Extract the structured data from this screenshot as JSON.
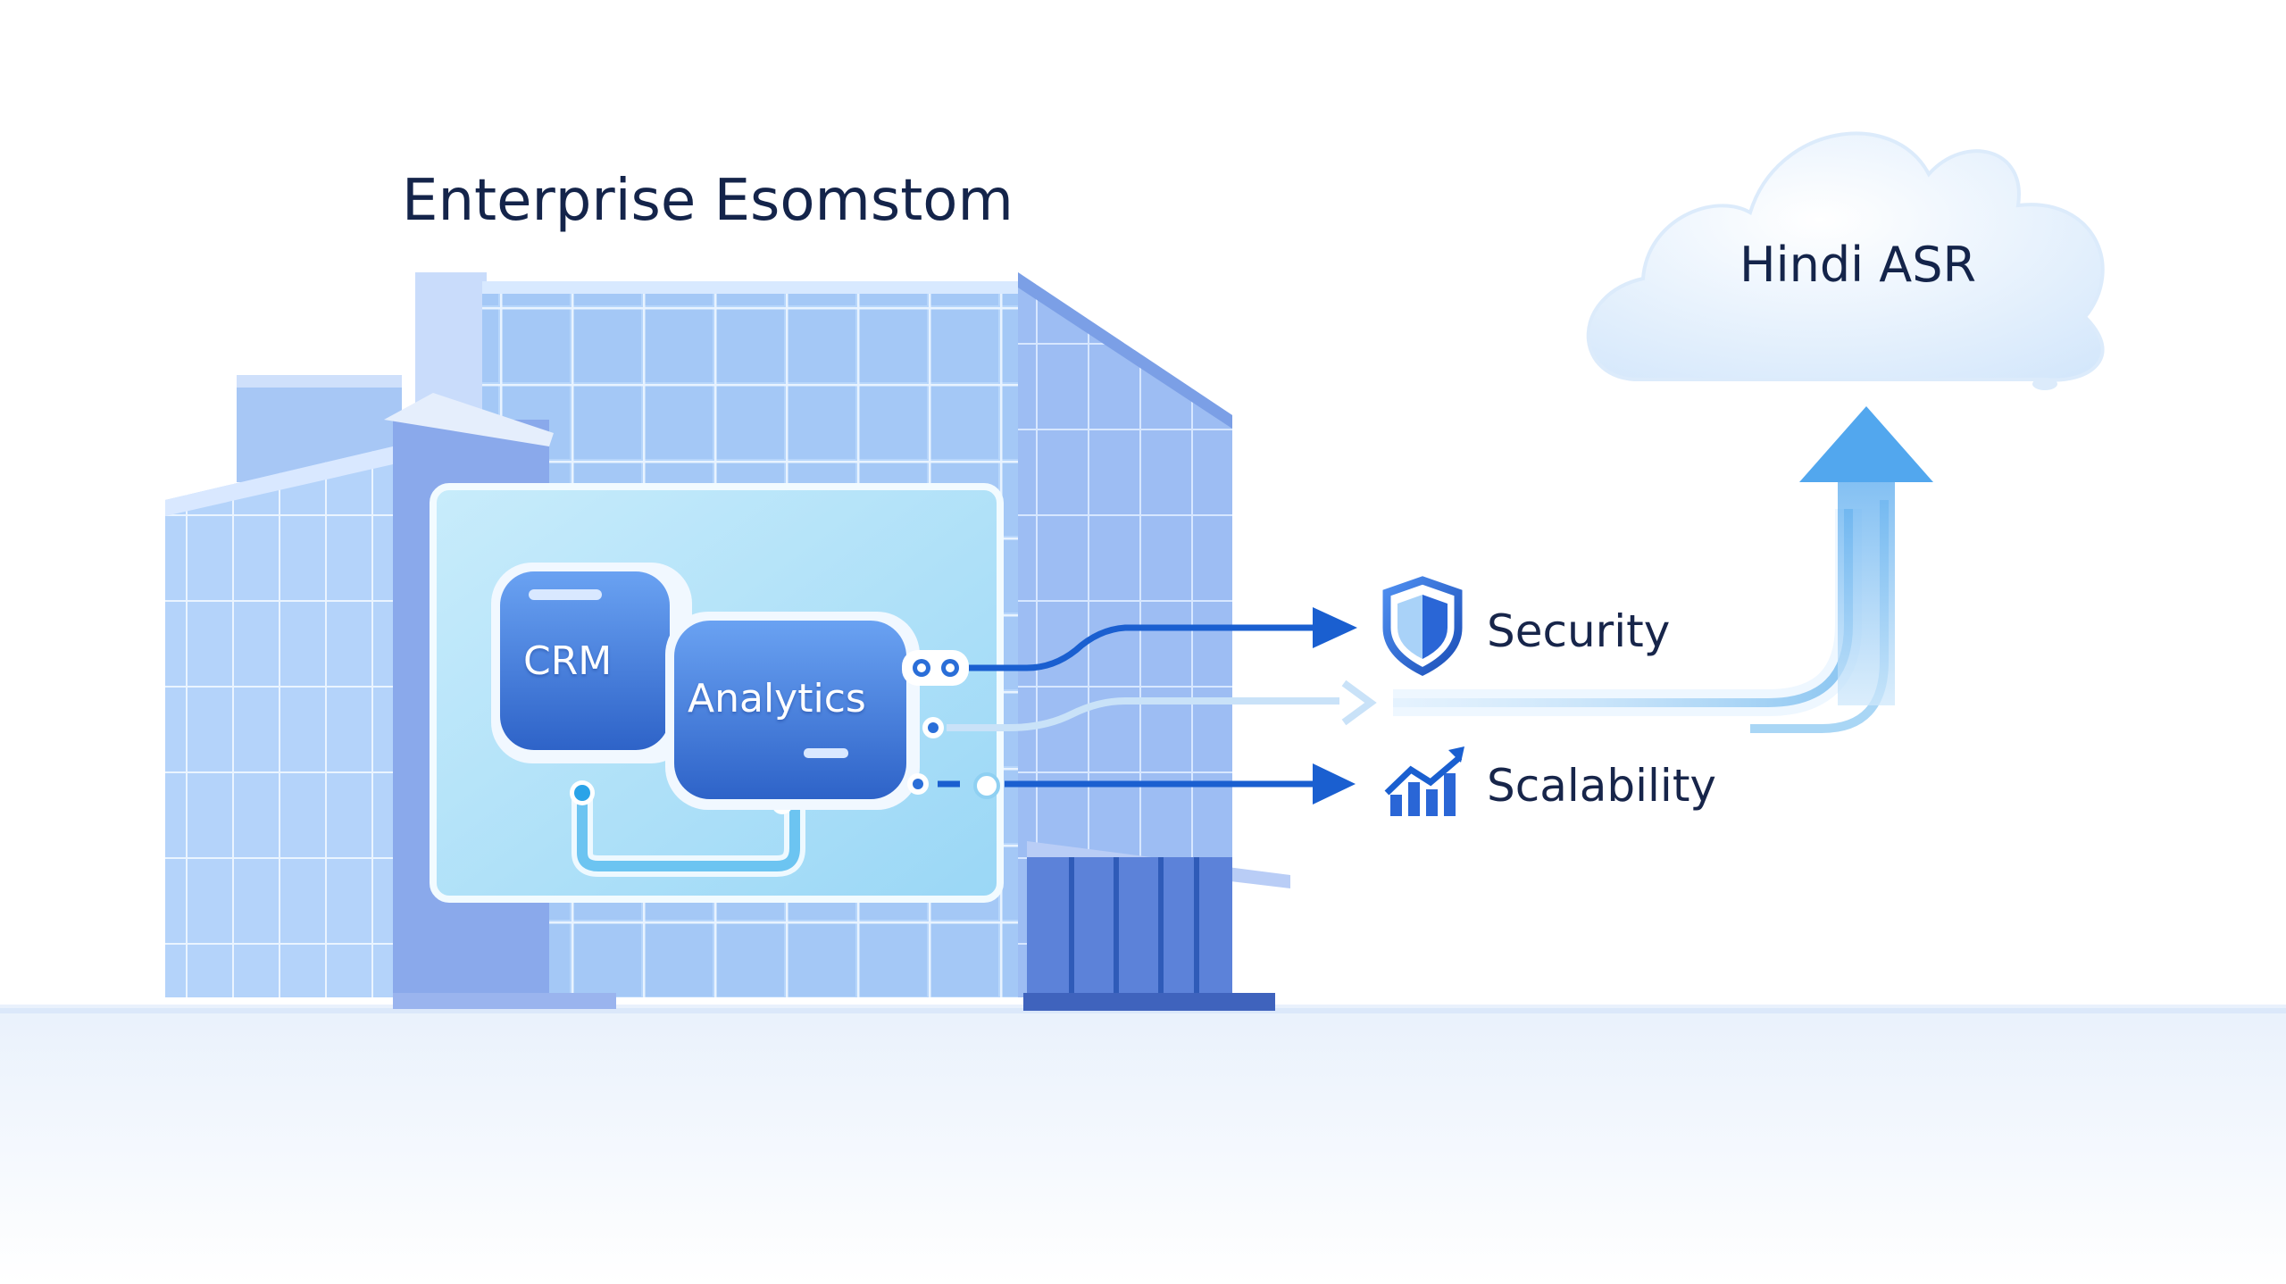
{
  "diagram": {
    "title": "Enterprise Esomstom",
    "modules": {
      "crm": "CRM",
      "analytics": "Analytics"
    },
    "benefits": {
      "security": "Security",
      "scalability": "Scalability"
    },
    "cloud_label": "Hindi ASR"
  },
  "icons": {
    "security": "shield-icon",
    "scalability": "bar-chart-trend-up-icon"
  },
  "colors": {
    "arrow_blue": "#1a5fd0",
    "arrow_light": "#8fc8f2",
    "glass_blue": "#9fc4f5",
    "module_blue": "#3d7be0",
    "text_dark": "#17254a"
  }
}
